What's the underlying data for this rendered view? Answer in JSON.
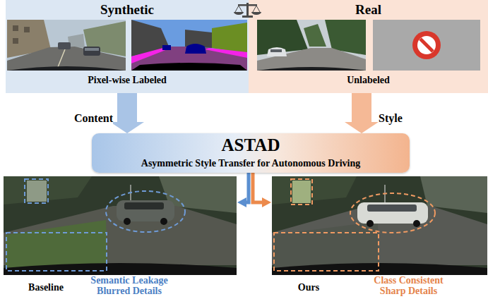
{
  "diagram": {
    "nodes": [
      {
        "text": [
          "Synthetic",
          "Pixel-wise Labeled"
        ]
      },
      {
        "text": [
          "Real",
          "Unlabeled"
        ]
      },
      {
        "text": [
          "ASTAD",
          "Asymmetric Style Transfer for Autonomous Driving"
        ]
      },
      {
        "text": [
          "Baseline",
          "Semantic Leakage Blurred Details"
        ]
      },
      {
        "text": [
          "Ours",
          "Class Consistent Sharp Details"
        ]
      }
    ],
    "edges": [
      {
        "from": 0,
        "to": 2,
        "label": "Content",
        "arrow": "to"
      },
      {
        "from": 1,
        "to": 2,
        "label": "Style",
        "arrow": "to"
      },
      {
        "from": 2,
        "to": 3,
        "arrow": "to"
      },
      {
        "from": 2,
        "to": 4,
        "arrow": "to"
      }
    ]
  }
}
